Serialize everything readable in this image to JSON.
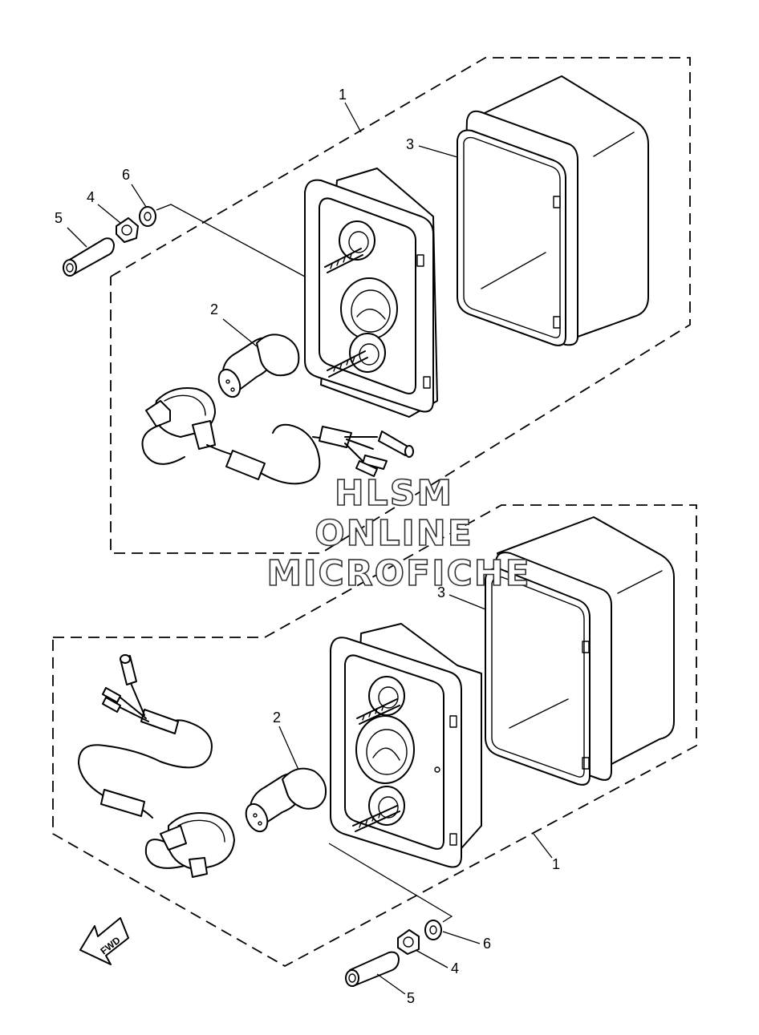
{
  "diagram": {
    "callouts_upper": [
      "1",
      "2",
      "3",
      "4",
      "5",
      "6"
    ],
    "callouts_lower": [
      "1",
      "2",
      "3",
      "4",
      "5",
      "6"
    ],
    "direction_label": "FWD"
  },
  "watermark": {
    "line1": "HLSM",
    "line2": "ONLINE",
    "line3": "MICROFICHE"
  }
}
